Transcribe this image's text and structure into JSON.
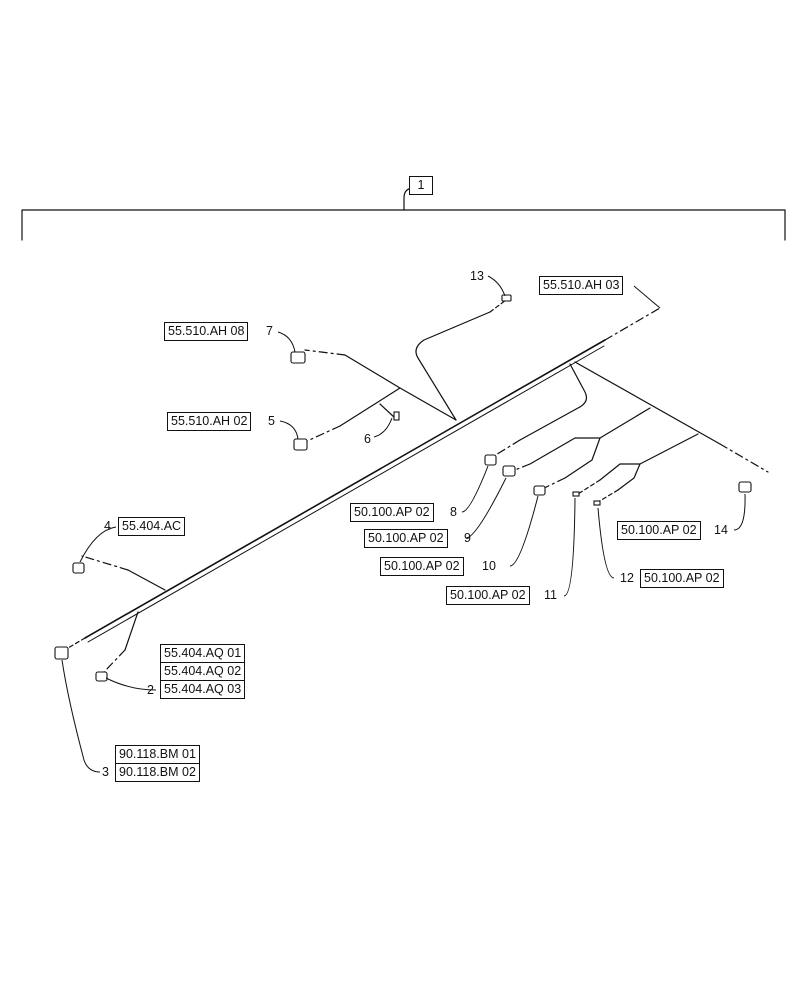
{
  "assembly": {
    "item": "1"
  },
  "callouts": [
    {
      "num": "13"
    },
    {
      "num": "7",
      "refs": [
        "55.510.AH 08"
      ]
    },
    {
      "num": "5",
      "refs": [
        "55.510.AH 02"
      ]
    },
    {
      "num": "6"
    },
    {
      "num": "4",
      "refs": [
        "55.404.AC"
      ]
    },
    {
      "num": "2",
      "refs": [
        "55.404.AQ 01",
        "55.404.AQ 02",
        "55.404.AQ 03"
      ]
    },
    {
      "num": "3",
      "refs": [
        "90.118.BM 01",
        "90.118.BM 02"
      ]
    },
    {
      "num": "8",
      "refs": [
        "50.100.AP 02"
      ]
    },
    {
      "num": "9",
      "refs": [
        "50.100.AP 02"
      ]
    },
    {
      "num": "10",
      "refs": [
        "50.100.AP 02"
      ]
    },
    {
      "num": "11",
      "refs": [
        "50.100.AP 02"
      ]
    },
    {
      "num": "12",
      "refs": [
        "50.100.AP 02"
      ]
    },
    {
      "num": "14",
      "refs": [
        "50.100.AP 02"
      ]
    }
  ],
  "top_ref": "55.510.AH 03"
}
